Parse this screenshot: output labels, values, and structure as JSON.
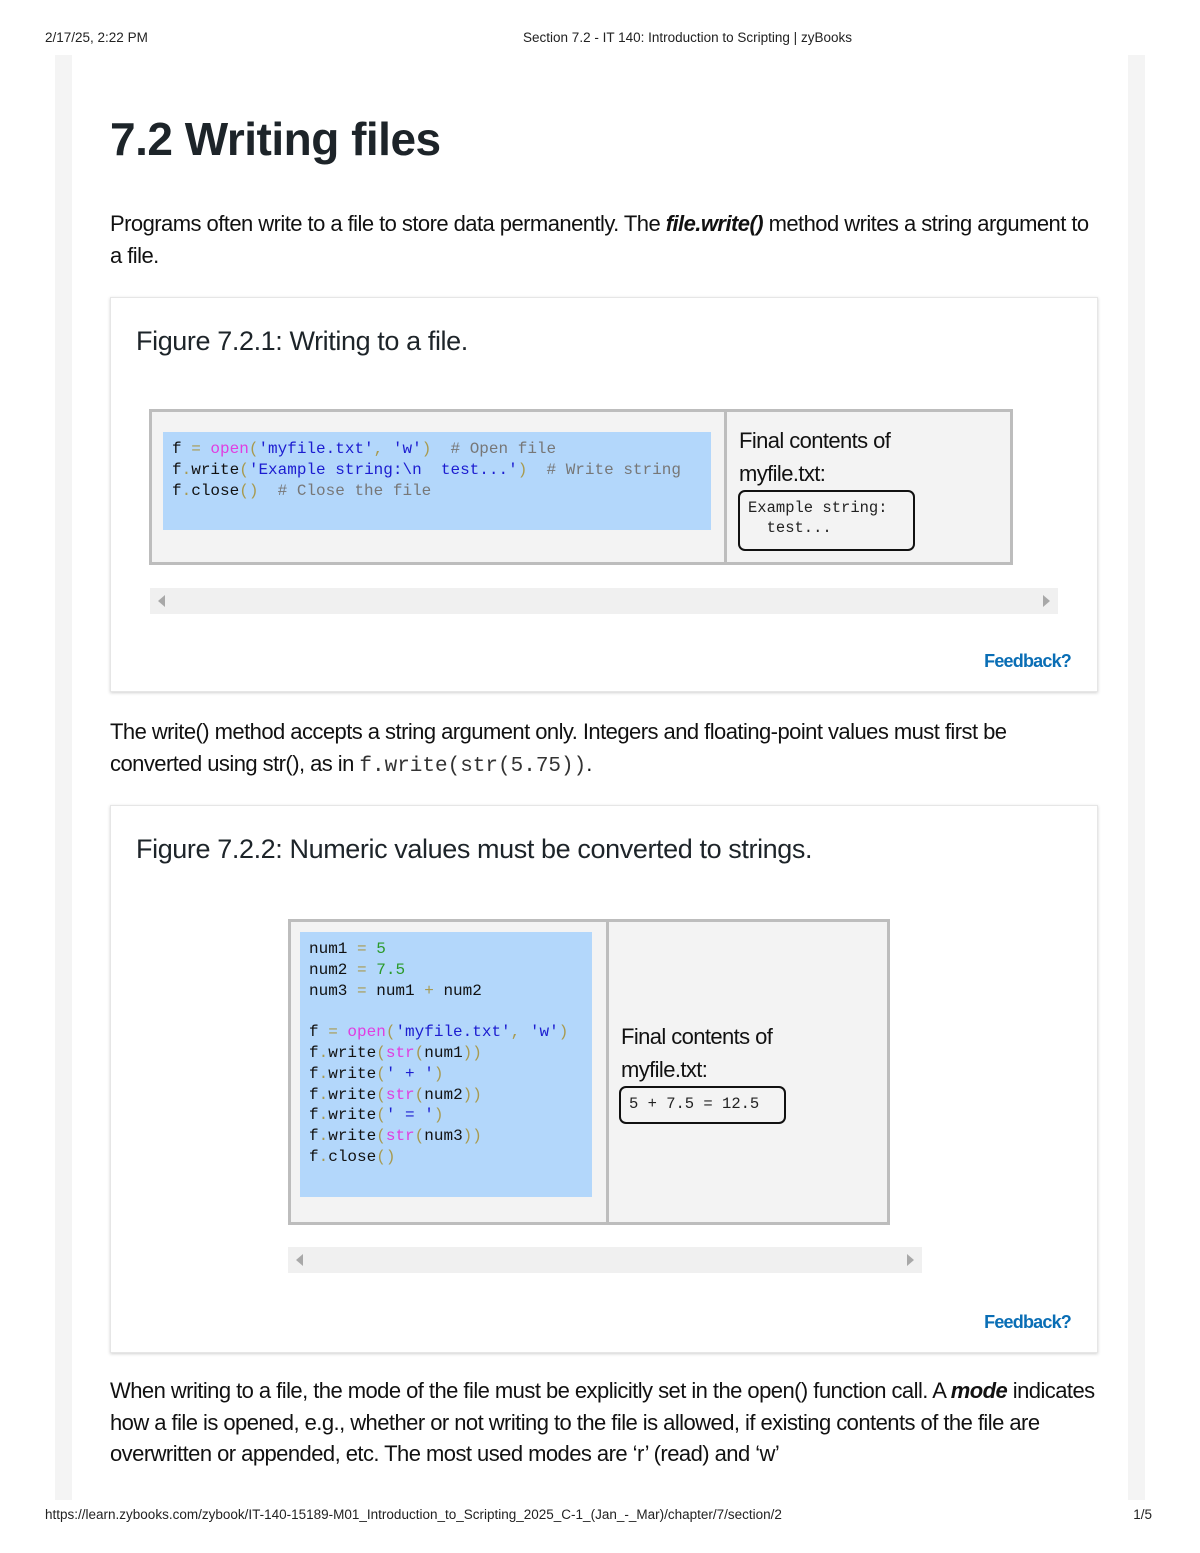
{
  "print_header": {
    "datetime": "2/17/25, 2:22 PM",
    "page_title": "Section 7.2 - IT 140: Introduction to Scripting | zyBooks"
  },
  "print_footer": {
    "url": "https://learn.zybooks.com/zybook/IT-140-15189-M01_Introduction_to_Scripting_2025_C-1_(Jan_-_Mar)/chapter/7/section/2",
    "page_number": "1/5"
  },
  "section": {
    "title": "7.2 Writing files"
  },
  "paragraphs": {
    "intro": {
      "before": "Programs often write to a file to store data permanently. The ",
      "term": "file.write()",
      "after": " method writes a string argument to a file."
    },
    "write_note": {
      "before": "The write() method accepts a string argument only. Integers and floating-point values must first be converted using str(), as in ",
      "code": "f.write(str(5.75))",
      "after": "."
    },
    "mode_note": {
      "before": "When writing to a file, the mode of the file must be explicitly set in the open() function call. A ",
      "term": "mode",
      "after": " indicates how a file is opened, e.g., whether or not writing to the file is allowed, if existing contents of the file are overwritten or appended, etc. The most used modes are ‘r’ (read) and ‘w’"
    }
  },
  "figures": [
    {
      "title": "Figure 7.2.1: Writing to a file.",
      "code_lines": [
        "f = open('myfile.txt', 'w')  # Open file",
        "f.write('Example string:\\n  test...')  # Write string",
        "f.close()  # Close the file"
      ],
      "result_label": "Final contents of myfile.txt:",
      "file_contents": "Example string:\n  test...",
      "feedback_label": "Feedback?"
    },
    {
      "title": "Figure 7.2.2: Numeric values must be converted to strings.",
      "code_lines": [
        "num1 = 5",
        "num2 = 7.5",
        "num3 = num1 + num2",
        "",
        "f = open('myfile.txt', 'w')",
        "f.write(str(num1))",
        "f.write(' + ')",
        "f.write(str(num2))",
        "f.write(' = ')",
        "f.write(str(num3))",
        "f.close()"
      ],
      "result_label": "Final contents of myfile.txt:",
      "file_contents": "5 + 7.5 = 12.5",
      "feedback_label": "Feedback?"
    }
  ],
  "icons": {
    "scroll_left": "triangle-left",
    "scroll_right": "triangle-right"
  },
  "colors": {
    "code_background": "#b3d7fb",
    "keyword": "#e03ee0",
    "string": "#1c1cd0",
    "comment": "#777777",
    "number": "#2a9a2a",
    "link": "#0a6eb5"
  }
}
